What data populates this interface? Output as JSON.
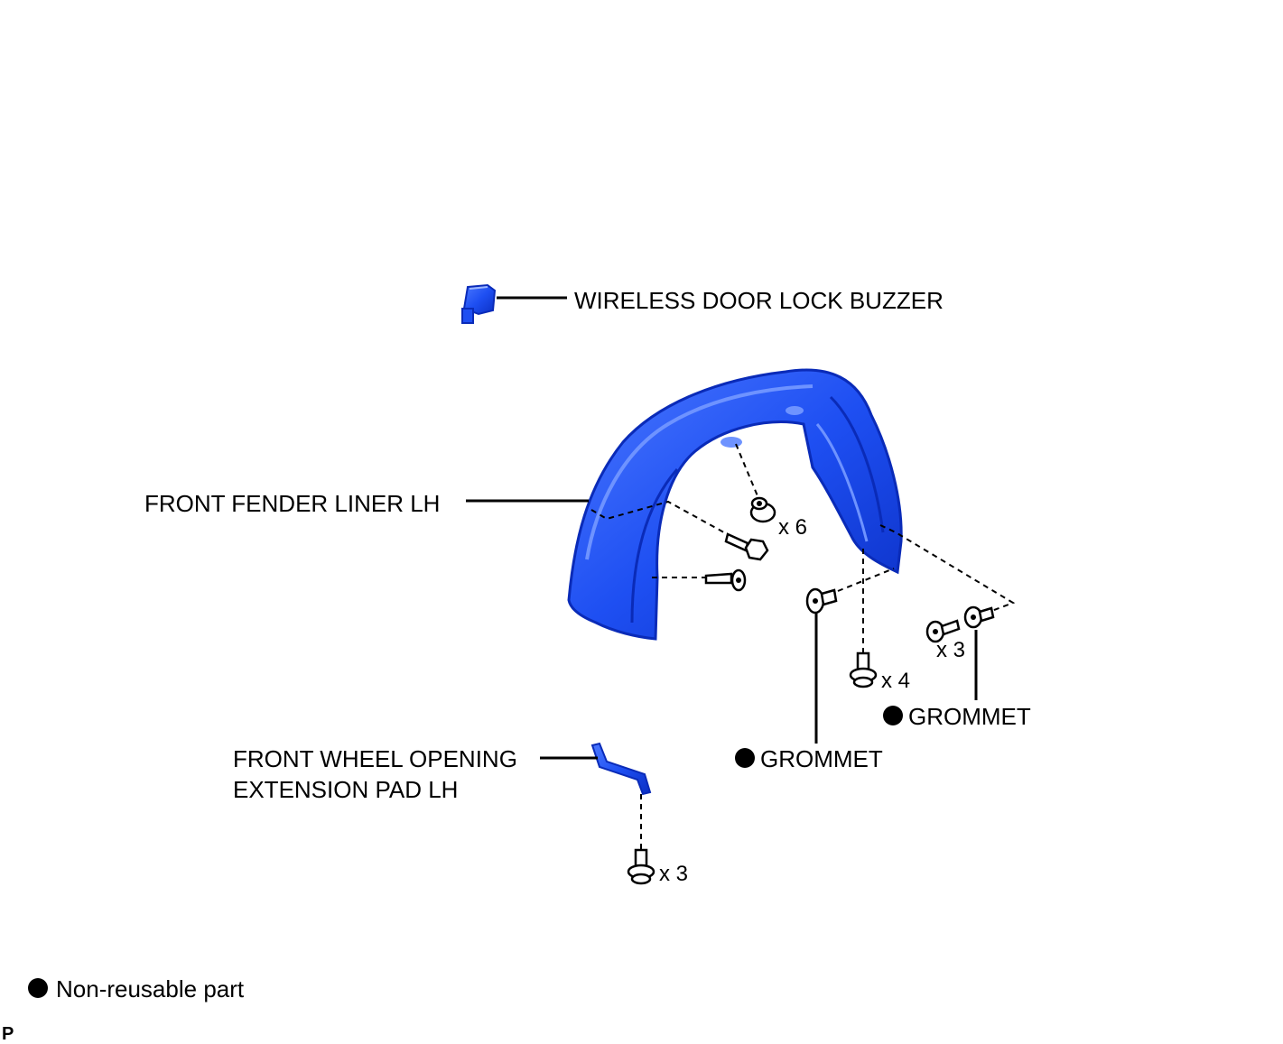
{
  "labels": {
    "buzzer": "WIRELESS DOOR LOCK BUZZER",
    "liner": "FRONT FENDER LINER LH",
    "pad_line1": "FRONT WHEEL OPENING",
    "pad_line2": "EXTENSION PAD LH",
    "grommet_left": "GROMMET",
    "grommet_right": "GROMMET"
  },
  "quantities": {
    "clip_top": "x 6",
    "screw_right": "x 3",
    "bolt_bottom": "x 4",
    "pad_screw": "x 3"
  },
  "legend": {
    "text": "Non-reusable part"
  },
  "footer_code": "P",
  "colors": {
    "part_fill": "#1E4FF2",
    "part_dark": "#0A2BB8",
    "part_light": "#5C86FF",
    "line": "#000000"
  }
}
